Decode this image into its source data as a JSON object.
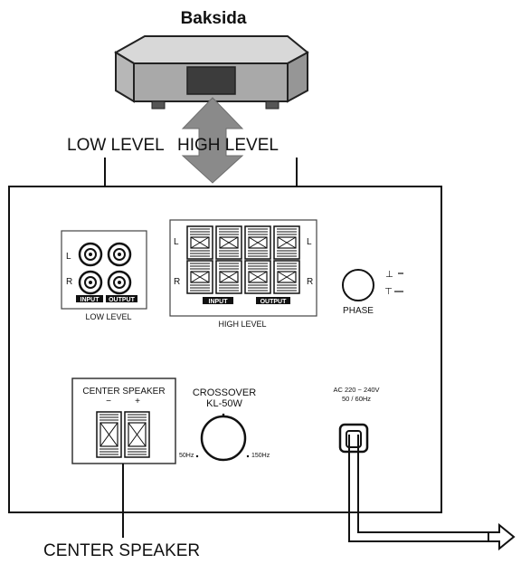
{
  "title": "Baksida",
  "callouts": {
    "low_level": "LOW LEVEL",
    "high_level": "HIGH LEVEL",
    "center_speaker": "CENTER SPEAKER"
  },
  "panel": {
    "low_level_group": {
      "channel_left": "L",
      "channel_right": "R",
      "input_tag": "INPUT",
      "output_tag": "OUTPUT",
      "caption": "LOW LEVEL"
    },
    "high_level_group": {
      "left_side_l": "L",
      "left_side_r": "R",
      "right_side_l": "L",
      "right_side_r": "R",
      "input_tag": "INPUT",
      "output_tag": "OUTPUT",
      "caption": "HIGH LEVEL"
    },
    "phase": {
      "label": "PHASE",
      "mark_top": "⊥",
      "mark_bottom": "⊥"
    },
    "center_speaker_terminal": {
      "title": "CENTER SPEAKER",
      "minus": "−",
      "plus": "+"
    },
    "crossover": {
      "title_line1": "CROSSOVER",
      "title_line2": "KL-50W",
      "min_label": "50Hz",
      "max_label": "150Hz"
    },
    "ac_input": {
      "line1": "AC 220 ~ 240V",
      "line2": "50 / 60Hz"
    }
  }
}
